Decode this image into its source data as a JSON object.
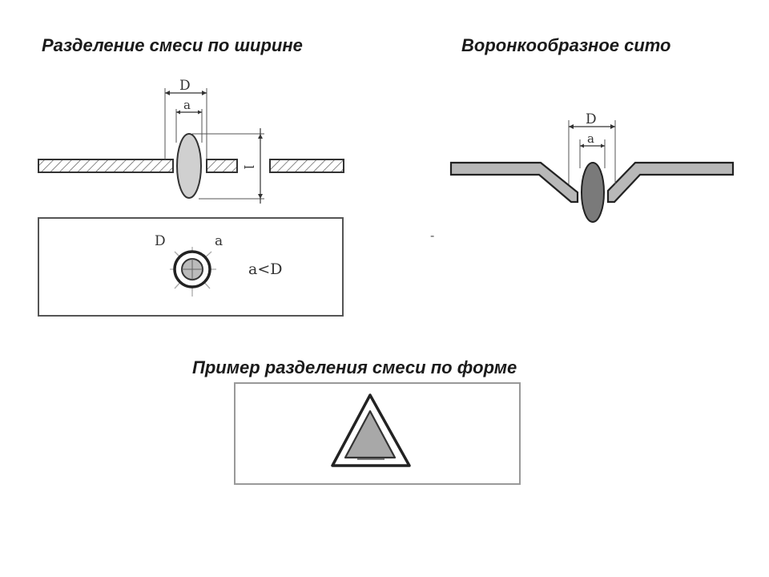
{
  "titles": {
    "left": "Разделение смеси по ширине",
    "right": "Воронкообразное сито",
    "bottom": "Пример разделения смеси по форме"
  },
  "figure_left": {
    "dim_outer": "D",
    "dim_inner": "a",
    "dim_length": "l",
    "top_view_label_outer": "D",
    "top_view_label_inner": "a",
    "condition": "a<D"
  },
  "figure_right": {
    "dim_outer": "D",
    "dim_inner": "a",
    "stray_mark": "-"
  },
  "colors": {
    "particle_fill": "#d0d0d0",
    "funnel_fill": "#b8b8b8",
    "particle_dark": "#7a7a7a",
    "triangle_fill": "#a8a8a8",
    "frame_stroke": "#8a8a8a"
  }
}
